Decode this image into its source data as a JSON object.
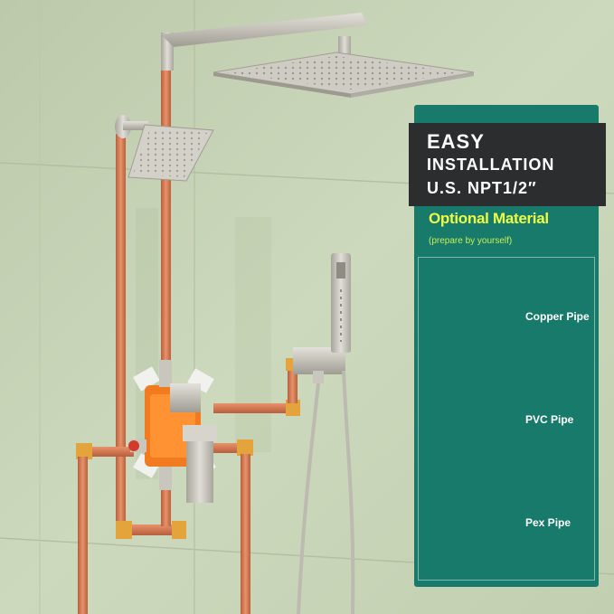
{
  "panel": {
    "header": {
      "line1": "EASY",
      "line2": "INSTALLATION",
      "line3": "U.S. NPT1/2″"
    },
    "optional_title": "Optional Material",
    "optional_subtitle": "(prepare by yourself)",
    "materials": [
      {
        "label": "Copper Pipe",
        "icon": "copper-pipe-icon"
      },
      {
        "label": "PVC Pipe",
        "icon": "pvc-pipe-icon"
      },
      {
        "label": "Pex Pipe",
        "icon": "pex-pipe-icon"
      }
    ]
  },
  "colors": {
    "wall": "#c9d6b9",
    "panel": "#177a6b",
    "header_box": "#2b2d2f",
    "accent_yellow": "#eeff46",
    "copper": "#d77b55",
    "brass": "#e2a43b",
    "nickel": "#c9c6bd"
  }
}
